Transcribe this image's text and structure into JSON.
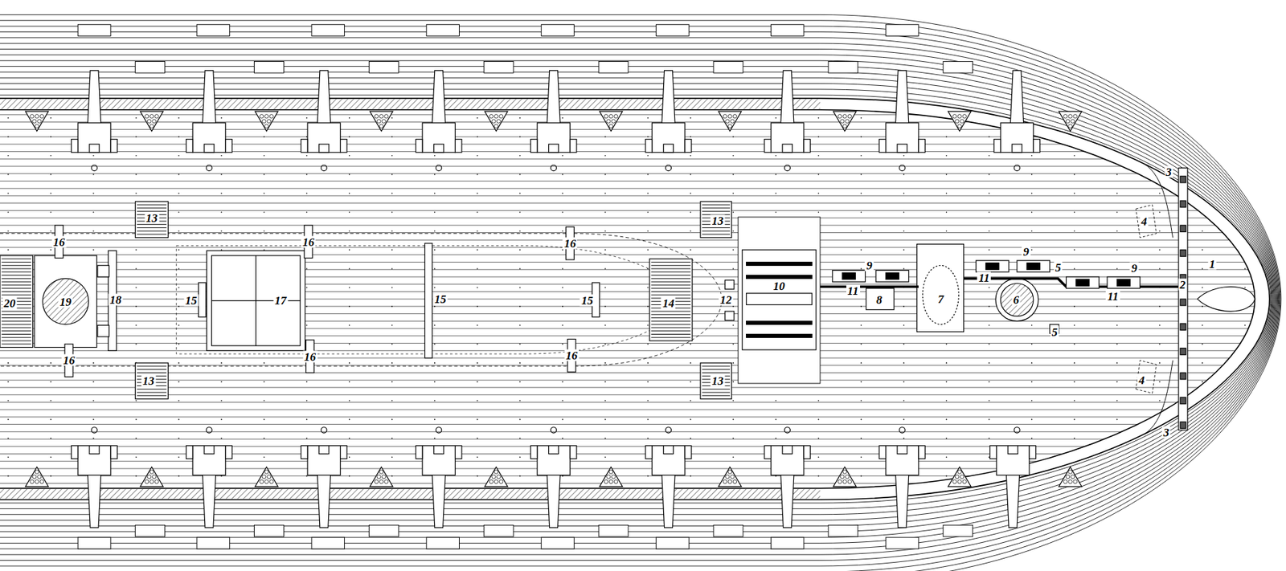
{
  "diagram": {
    "labels": [
      "13",
      "16",
      "16",
      "16",
      "13",
      "9",
      "9",
      "9",
      "3",
      "4",
      "1",
      "5",
      "20",
      "19",
      "18",
      "15",
      "17",
      "15",
      "15",
      "14",
      "12",
      "10",
      "11",
      "8",
      "7",
      "11",
      "6",
      "11",
      "2",
      "5",
      "16",
      "16",
      "16",
      "13",
      "13",
      "4",
      "3"
    ]
  }
}
